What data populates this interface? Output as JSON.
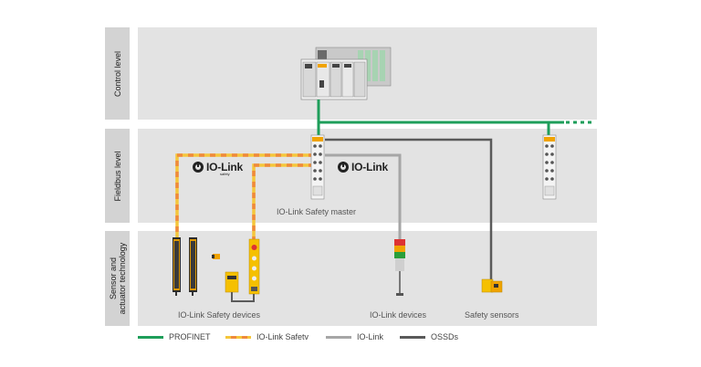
{
  "levels": {
    "control": "Control level",
    "fieldbus": "Fieldbus level",
    "sensor_line1": "Sensor and",
    "sensor_line2": "actuator technology"
  },
  "logos": {
    "brand": "IO-Link",
    "safety_sub": "safety"
  },
  "captions": {
    "master": "IO-Link Safety master",
    "safety_devices": "IO-Link Safety devices",
    "iolink_devices": "IO-Link devices",
    "safety_sensors": "Safety sensors"
  },
  "legend": [
    {
      "label": "PROFINET",
      "color": "#1e9e5a"
    },
    {
      "label": "IO-Link Safetv",
      "color": "#f5c63b"
    },
    {
      "label": "IO-Link",
      "color": "#a6a6a6"
    },
    {
      "label": "OSSDs",
      "color": "#5a5a5a"
    }
  ],
  "colors": {
    "profinet": "#1e9e5a",
    "safety_yellow": "#f5c63b",
    "safety_orange": "#ef8a3c",
    "iolink": "#a6a6a6",
    "ossd": "#5a5a5a",
    "band": "#e3e3e3",
    "label_band": "#d3d3d3"
  }
}
